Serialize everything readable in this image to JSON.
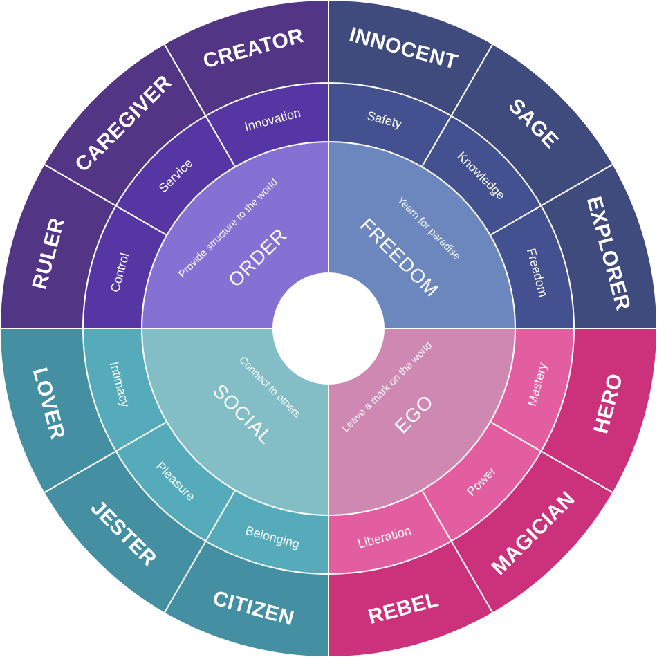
{
  "quadrants": [
    {
      "key": "order",
      "title": "ORDER",
      "subtitle": "Provide structure to the world",
      "colors": {
        "inner": "#8570D4",
        "middle": "#5636A2",
        "outer": "#523584"
      },
      "drives": [
        "Control",
        "Service",
        "Innovation"
      ],
      "archetypes": [
        "RULER",
        "CAREGIVER",
        "CREATOR"
      ]
    },
    {
      "key": "freedom",
      "title": "FREEDOM",
      "subtitle": "Yearn for paradise",
      "colors": {
        "inner": "#6C86BE",
        "middle": "#435190",
        "outer": "#3F4A7D"
      },
      "drives": [
        "Safety",
        "Knowledge",
        "Freedom"
      ],
      "archetypes": [
        "INNOCENT",
        "SAGE",
        "EXPLORER"
      ]
    },
    {
      "key": "ego",
      "title": "EGO",
      "subtitle": "Leave a mark on the world",
      "colors": {
        "inner": "#CE88B2",
        "middle": "#E25EA1",
        "outer": "#CC327B"
      },
      "drives": [
        "Mastery",
        "Power",
        "Liberation"
      ],
      "archetypes": [
        "HERO",
        "MAGICIAN",
        "REBEL"
      ]
    },
    {
      "key": "social",
      "title": "SOCIAL",
      "subtitle": "Connect to others",
      "colors": {
        "inner": "#83BEC6",
        "middle": "#55ABBA",
        "outer": "#4490A2"
      },
      "drives": [
        "Belonging",
        "Pleasure",
        "Intimacy"
      ],
      "archetypes": [
        "CITIZEN",
        "JESTER",
        "LOVER"
      ]
    }
  ]
}
